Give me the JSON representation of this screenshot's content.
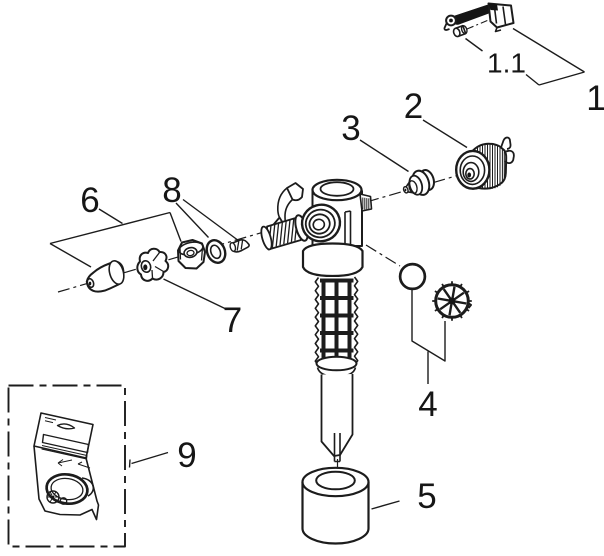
{
  "page": {
    "background_color": "#ffffff",
    "ink_color": "#1c1c1c"
  },
  "diagram": {
    "kind": "exploded-parts-diagram",
    "parts": [
      {
        "id": "float-lever-arm",
        "label": "1"
      },
      {
        "id": "lever-pin",
        "label": "1.1"
      },
      {
        "id": "knurled-cap-nut",
        "label": "2"
      },
      {
        "id": "valve-piston",
        "label": "3"
      },
      {
        "id": "o-ring-and-adjuster-wheel",
        "label": "4"
      },
      {
        "id": "damper-cup",
        "label": "5"
      },
      {
        "id": "inlet-cone-and-nut",
        "label": "6"
      },
      {
        "id": "coupling-nut",
        "label": "7"
      },
      {
        "id": "washer-and-pin",
        "label": "8"
      },
      {
        "id": "spare-parts-bag",
        "label": "9"
      }
    ]
  }
}
